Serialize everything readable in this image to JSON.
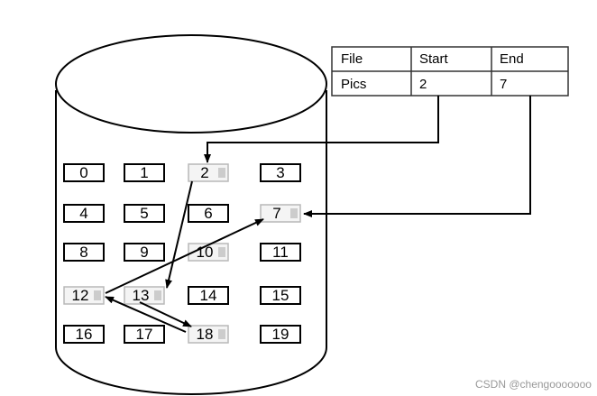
{
  "directory_table": {
    "headers": [
      "File",
      "Start",
      "End"
    ],
    "rows": [
      [
        "Pics",
        "2",
        "7"
      ]
    ]
  },
  "disk": {
    "blocks": [
      "0",
      "1",
      "2",
      "3",
      "4",
      "5",
      "6",
      "7",
      "8",
      "9",
      "10",
      "11",
      "12",
      "13",
      "14",
      "15",
      "16",
      "17",
      "18",
      "19"
    ],
    "used_blocks": [
      "2",
      "13",
      "18",
      "12",
      "10",
      "7"
    ],
    "chain": [
      "2",
      "13",
      "18",
      "12",
      "7"
    ]
  },
  "watermark": "CSDN @chengooooooo"
}
